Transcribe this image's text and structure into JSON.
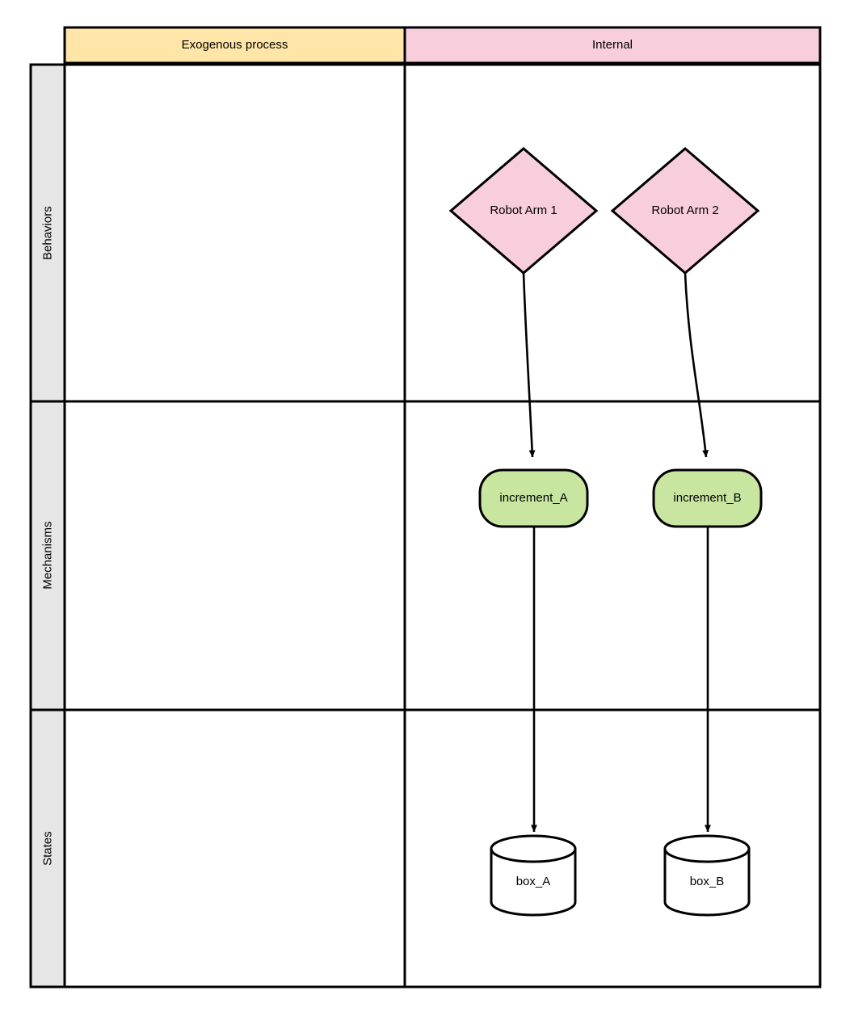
{
  "diagram": {
    "type": "swimlane-flow",
    "lanes": [
      {
        "id": "exogenous",
        "label": "Exogenous process",
        "color": "#FFE6A8"
      },
      {
        "id": "internal",
        "label": "Internal",
        "color": "#F8CEDC"
      }
    ],
    "rows": [
      {
        "id": "behaviors",
        "label": "Behaviors",
        "color": "#E6E6E6"
      },
      {
        "id": "mechanisms",
        "label": "Mechanisms",
        "color": "#E6E6E6"
      },
      {
        "id": "states",
        "label": "States",
        "color": "#E6E6E6"
      }
    ],
    "nodes": [
      {
        "id": "robot_arm_1",
        "label": "Robot Arm 1",
        "shape": "diamond",
        "lane": "internal",
        "row": "behaviors",
        "fill": "#F8CEDC",
        "stroke": "#000000"
      },
      {
        "id": "robot_arm_2",
        "label": "Robot Arm 2",
        "shape": "diamond",
        "lane": "internal",
        "row": "behaviors",
        "fill": "#F8CEDC",
        "stroke": "#000000"
      },
      {
        "id": "increment_a",
        "label": "increment_A",
        "shape": "rounded",
        "lane": "internal",
        "row": "mechanisms",
        "fill": "#C8E6A0",
        "stroke": "#000000"
      },
      {
        "id": "increment_b",
        "label": "increment_B",
        "shape": "rounded",
        "lane": "internal",
        "row": "mechanisms",
        "fill": "#C8E6A0",
        "stroke": "#000000"
      },
      {
        "id": "box_a",
        "label": "box_A",
        "shape": "cylinder",
        "lane": "internal",
        "row": "states",
        "fill": "#FFFFFF",
        "stroke": "#000000"
      },
      {
        "id": "box_b",
        "label": "box_B",
        "shape": "cylinder",
        "lane": "internal",
        "row": "states",
        "fill": "#FFFFFF",
        "stroke": "#000000"
      }
    ],
    "edges": [
      {
        "id": "e1",
        "from": "robot_arm_1",
        "to": "increment_a",
        "style": "curved-arrow"
      },
      {
        "id": "e2",
        "from": "robot_arm_2",
        "to": "increment_b",
        "style": "curved-arrow"
      },
      {
        "id": "e3",
        "from": "increment_a",
        "to": "box_a",
        "style": "straight-arrow"
      },
      {
        "id": "e4",
        "from": "increment_b",
        "to": "box_b",
        "style": "straight-arrow"
      }
    ],
    "colors": {
      "border": "#000000",
      "background": "#FFFFFF",
      "lane_exogenous": "#FFE6A8",
      "lane_internal": "#F8CEDC",
      "row_header": "#E6E6E6",
      "node_behavior": "#F8CEDC",
      "node_mechanism": "#C8E6A0",
      "node_state": "#FFFFFF"
    }
  }
}
